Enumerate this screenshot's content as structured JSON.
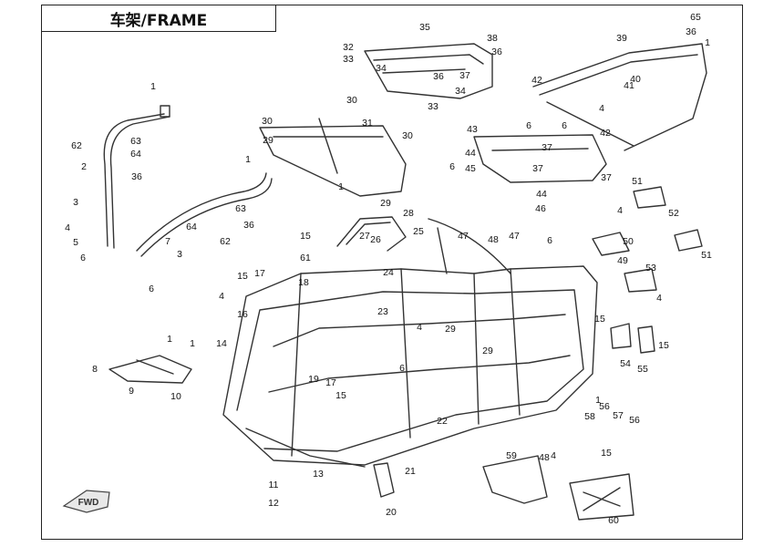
{
  "title": "车架/FRAME",
  "fwd_label": "FWD",
  "callouts": [
    "1",
    "2",
    "3",
    "4",
    "5",
    "6",
    "7",
    "8",
    "9",
    "10",
    "11",
    "12",
    "13",
    "14",
    "15",
    "16",
    "17",
    "18",
    "19",
    "20",
    "21",
    "22",
    "23",
    "24",
    "25",
    "26",
    "27",
    "28",
    "29",
    "30",
    "31",
    "32",
    "33",
    "34",
    "35",
    "36",
    "37",
    "38",
    "39",
    "40",
    "41",
    "42",
    "43",
    "44",
    "45",
    "46",
    "47",
    "48",
    "49",
    "50",
    "51",
    "52",
    "53",
    "54",
    "55",
    "56",
    "57",
    "58",
    "59",
    "60",
    "61",
    "62",
    "63",
    "64",
    "65"
  ]
}
